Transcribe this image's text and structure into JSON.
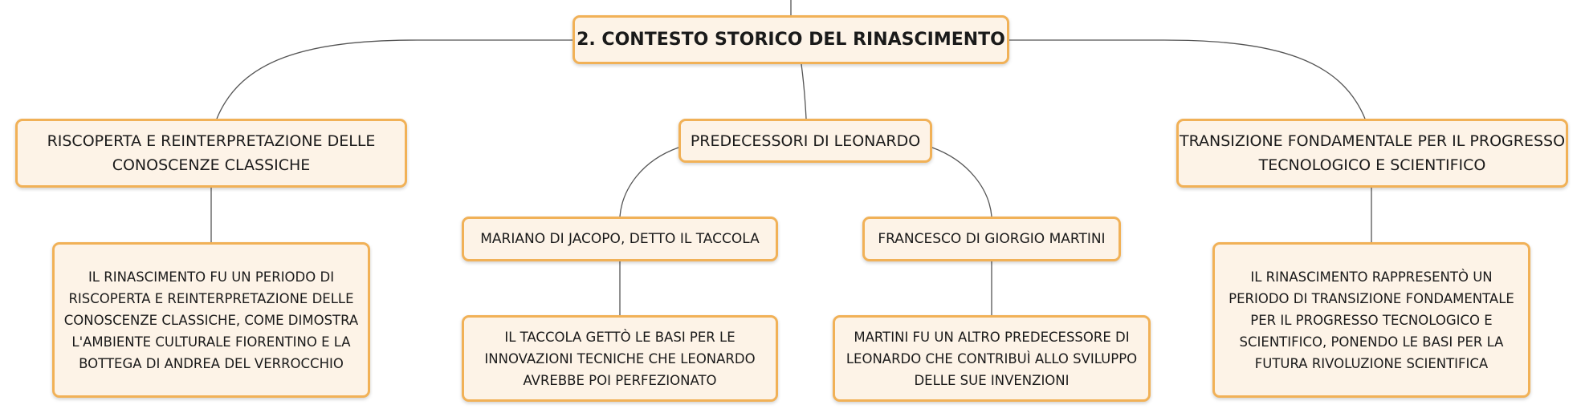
{
  "diagram": {
    "root": {
      "label": "2. CONTESTO STORICO DEL RINASCIMENTO"
    },
    "branches": [
      {
        "label": "RISCOPERTA E REINTERPRETAZIONE DELLE\nCONOSCENZE CLASSICHE",
        "detail": "IL RINASCIMENTO FU UN PERIODO DI\nRISCOPERTA E REINTERPRETAZIONE DELLE\nCONOSCENZE CLASSICHE, COME DIMOSTRA\nL'AMBIENTE CULTURALE FIORENTINO E LA\nBOTTEGA DI ANDREA DEL VERROCCHIO"
      },
      {
        "label": "PREDECESSORI DI LEONARDO",
        "children": [
          {
            "label": "MARIANO DI JACOPO, DETTO IL TACCOLA",
            "detail": "IL TACCOLA GETTÒ LE BASI PER LE\nINNOVAZIONI TECNICHE CHE LEONARDO\nAVREBBE POI PERFEZIONATO"
          },
          {
            "label": "FRANCESCO DI GIORGIO MARTINI",
            "detail": "MARTINI FU UN ALTRO PREDECESSORE DI\nLEONARDO CHE CONTRIBUÌ ALLO SVILUPPO\nDELLE SUE INVENZIONI"
          }
        ]
      },
      {
        "label": "TRANSIZIONE FONDAMENTALE PER IL PROGRESSO\nTECNOLOGICO E SCIENTIFICO",
        "detail": "IL RINASCIMENTO RAPPRESENTÒ UN\nPERIODO DI TRANSIZIONE FONDAMENTALE\nPER IL PROGRESSO TECNOLOGICO E\nSCIENTIFICO, PONENDO LE BASI PER LA\nFUTURA RIVOLUZIONE SCIENTIFICA"
      }
    ]
  },
  "colors": {
    "node_fill": "#fdf3e7",
    "node_border": "#f1b157",
    "connector": "#555555"
  }
}
